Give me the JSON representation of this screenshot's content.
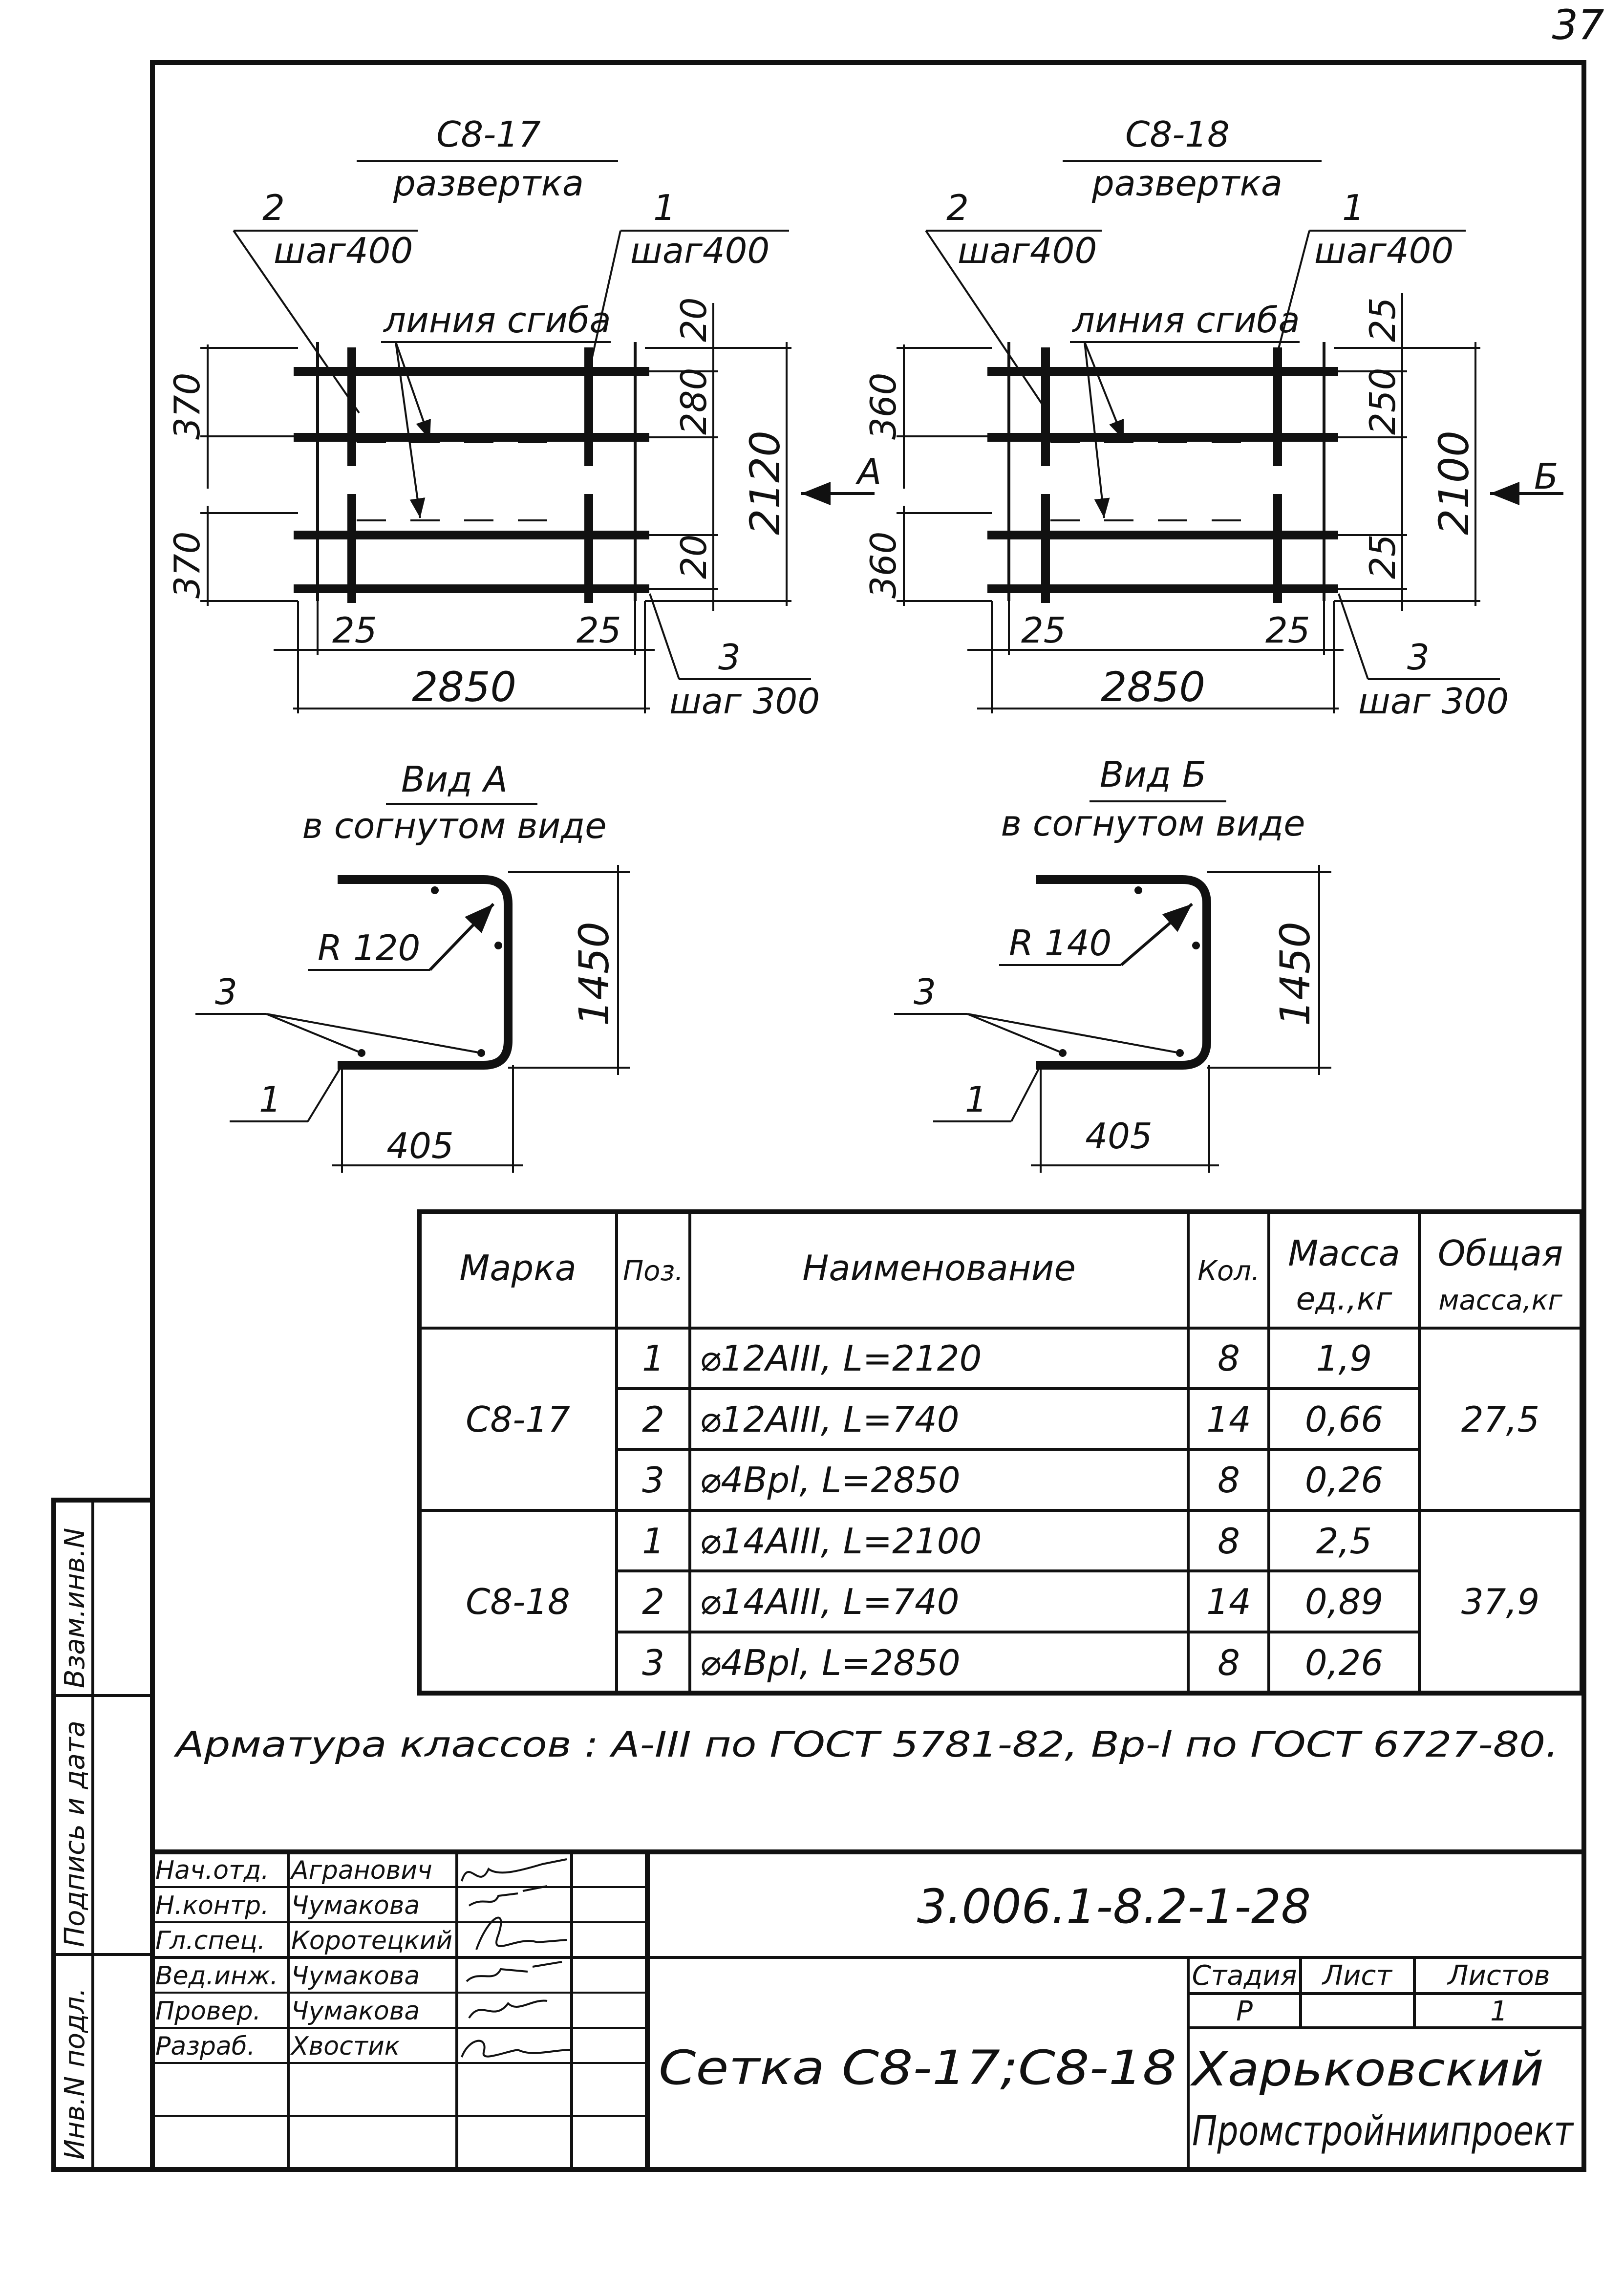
{
  "page_number": "37",
  "drawings": {
    "left": {
      "title": "С8-17",
      "subtitle": "развертка",
      "pos2_label": "2",
      "pos2_step": "шаг400",
      "pos1_label": "1",
      "pos1_step": "шаг400",
      "bend_line_label": "линия сгиба",
      "dim_left_top": "370",
      "dim_left_bottom": "370",
      "dim_right_top": "20",
      "dim_right_mid": "280",
      "dim_right_bottom": "20",
      "dim_total_height": "2120",
      "view_arrow_label": "А",
      "dim_bottom_left": "25",
      "dim_bottom_right": "25",
      "dim_width": "2850",
      "pos3_label": "3",
      "pos3_step": "шаг 300"
    },
    "right": {
      "title": "С8-18",
      "subtitle": "развертка",
      "pos2_label": "2",
      "pos2_step": "шаг400",
      "pos1_label": "1",
      "pos1_step": "шаг400",
      "bend_line_label": "линия сгиба",
      "dim_left_top": "360",
      "dim_left_bottom": "360",
      "dim_right_top": "25",
      "dim_right_mid": "250",
      "dim_right_bottom": "25",
      "dim_total_height": "2100",
      "view_arrow_label": "Б",
      "dim_bottom_left": "25",
      "dim_bottom_right": "25",
      "dim_width": "2850",
      "pos3_label": "3",
      "pos3_step": "шаг 300"
    }
  },
  "views": {
    "left": {
      "title": "Вид А",
      "subtitle": "в согнутом виде",
      "radius": "R 120",
      "height": "1450",
      "width": "405",
      "pos3_label": "3",
      "pos1_label": "1"
    },
    "right": {
      "title": "Вид Б",
      "subtitle": "в согнутом виде",
      "radius": "R 140",
      "height": "1450",
      "width": "405",
      "pos3_label": "3",
      "pos1_label": "1"
    }
  },
  "spec_table": {
    "headers": {
      "mark": "Марка",
      "pos": "Поз.",
      "name": "Наименование",
      "qty": "Кол.",
      "unit_mass_1": "Масса",
      "unit_mass_2": "ед.,кг",
      "total_mass_1": "Общая",
      "total_mass_2": "масса,кг"
    },
    "groups": [
      {
        "mark": "С8-17",
        "total_mass": "27,5",
        "rows": [
          {
            "pos": "1",
            "name": "⌀12АIII, L=2120",
            "qty": "8",
            "unit_mass": "1,9"
          },
          {
            "pos": "2",
            "name": "⌀12АIII, L=740",
            "qty": "14",
            "unit_mass": "0,66"
          },
          {
            "pos": "3",
            "name": "⌀4Врl, L=2850",
            "qty": "8",
            "unit_mass": "0,26"
          }
        ]
      },
      {
        "mark": "С8-18",
        "total_mass": "37,9",
        "rows": [
          {
            "pos": "1",
            "name": "⌀14АIII, L=2100",
            "qty": "8",
            "unit_mass": "2,5"
          },
          {
            "pos": "2",
            "name": "⌀14АIII, L=740",
            "qty": "14",
            "unit_mass": "0,89"
          },
          {
            "pos": "3",
            "name": "⌀4Врl, L=2850",
            "qty": "8",
            "unit_mass": "0,26"
          }
        ]
      }
    ]
  },
  "note": "Арматура классов : А-III по ГОСТ 5781-82, Вр-l по ГОСТ 6727-80.",
  "side_stamp": {
    "inv_podl": "Инв.N подл.",
    "podpis_data": "Подпись и дата",
    "vzam_inv": "Взам.инв.N"
  },
  "title_block": {
    "signatures": [
      {
        "role": "Нач.отд.",
        "name": "Агранович"
      },
      {
        "role": "Н.контр.",
        "name": "Чумакова"
      },
      {
        "role": "Гл.спец.",
        "name": "Коротецкий"
      },
      {
        "role": "Вед.инж.",
        "name": "Чумакова"
      },
      {
        "role": "Провер.",
        "name": "Чумакова"
      },
      {
        "role": "Разраб.",
        "name": "Хвостик"
      }
    ],
    "document_code": "3.006.1-8.2-1-28",
    "title": "Сетка С8-17;С8-18",
    "stage_header": "Стадия",
    "sheet_header": "Лист",
    "sheets_header": "Листов",
    "stage": "Р",
    "sheet": "",
    "sheets": "1",
    "org_line1": "Харьковский",
    "org_line2": "Промстройниипроект"
  }
}
